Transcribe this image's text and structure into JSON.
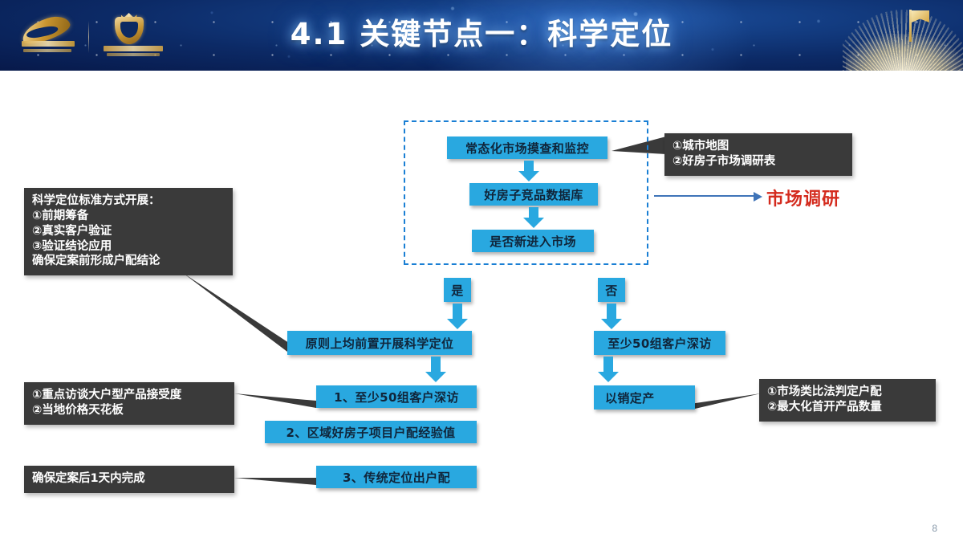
{
  "header": {
    "title": "4.1 关键节点一：科学定位",
    "logo_left_name": "company-logo-primary",
    "logo_right_name": "company-logo-secondary",
    "decoration_name": "golden-flag-mountain-decoration",
    "bg_color": "#0c2a66",
    "accent_bar_color": "#d99b45"
  },
  "flow": {
    "accent_blue": "#29a8e0",
    "dashed_border_color": "#1a7fd4",
    "callout_bg": "#3a3a3a",
    "highlight_red": "#d42b1e",
    "dashed_group": {
      "name": "market-monitoring-group",
      "nodes": [
        {
          "label": "常态化市场摸查和监控"
        },
        {
          "label": "好房子竞品数据库"
        },
        {
          "label": "是否新进入市场"
        }
      ]
    },
    "branch_labels": {
      "yes": "是",
      "no": "否"
    },
    "left_branch": [
      {
        "label": "原则上均前置开展科学定位"
      },
      {
        "label": "1、至少50组客户深访"
      },
      {
        "label": "2、区域好房子项目户配经验值"
      },
      {
        "label": "3、传统定位出户配"
      }
    ],
    "right_branch": [
      {
        "label": "至少50组客户深访"
      },
      {
        "label": "以销定产"
      }
    ],
    "market_research_label": "市场调研"
  },
  "callouts": {
    "top_right": {
      "name": "market-research-tools-callout",
      "lines": [
        "①城市地图",
        "②好房子市场调研表"
      ]
    },
    "left_method": {
      "name": "scientific-positioning-method-callout",
      "lines": [
        "科学定位标准方式开展：",
        "①前期筹备",
        "②真实客户验证",
        "③验证结论应用",
        "确保定案前形成户配结论"
      ],
      "bold_last_line": true
    },
    "bottom_left_interview": {
      "name": "interview-focus-callout",
      "lines": [
        "①重点访谈大户型产品接受度",
        "②当地价格天花板"
      ]
    },
    "bottom_left_deadline": {
      "name": "deadline-callout",
      "lines": [
        "确保定案后1天内完成"
      ]
    },
    "bottom_right": {
      "name": "unit-mix-method-callout",
      "lines": [
        "①市场类比法判定户配",
        "②最大化首开产品数量"
      ]
    }
  },
  "footer": {
    "page_number": "8"
  }
}
